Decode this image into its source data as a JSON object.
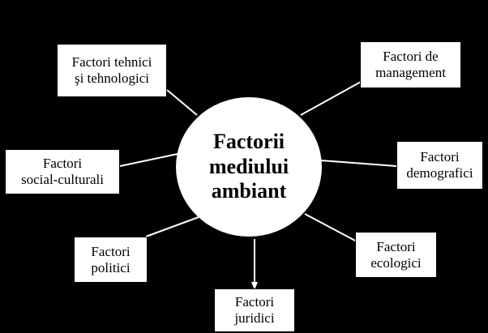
{
  "diagram": {
    "background_color": "#000000",
    "node_fill": "#ffffff",
    "node_text_color": "#000000",
    "center": {
      "lines": [
        "Factorii",
        "mediului",
        "ambiant"
      ]
    },
    "nodes": [
      {
        "id": "tehnici",
        "lines": [
          "Factori tehnici",
          "şi tehnologici"
        ]
      },
      {
        "id": "management",
        "lines": [
          "Factori de",
          "management"
        ]
      },
      {
        "id": "social-culturali",
        "lines": [
          "Factori",
          "social-culturali"
        ]
      },
      {
        "id": "demografici",
        "lines": [
          "Factori",
          "demografici"
        ]
      },
      {
        "id": "politici",
        "lines": [
          "Factori",
          "politici"
        ]
      },
      {
        "id": "ecologici",
        "lines": [
          "Factori",
          "ecologici"
        ]
      },
      {
        "id": "juridici",
        "lines": [
          "Factori",
          "juridici"
        ]
      }
    ]
  }
}
